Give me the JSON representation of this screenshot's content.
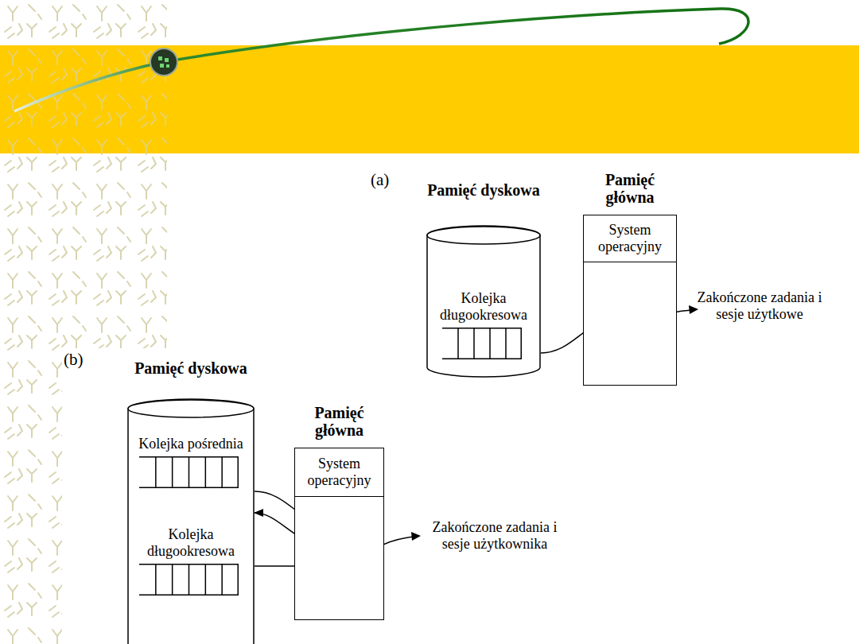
{
  "diagram": {
    "nodes": [
      {
        "text": [
          "Pamięć dyskowa"
        ]
      },
      {
        "text": [
          "Kolejka długookresowa"
        ],
        "in": 0
      },
      {
        "text": [
          "Pamięć główna"
        ]
      },
      {
        "text": [
          "System operacyjny"
        ],
        "in": 2
      },
      {
        "text": [
          "Pamięć dyskowa"
        ]
      },
      {
        "text": [
          "Kolejka pośrednia"
        ],
        "in": 4
      },
      {
        "text": [
          "Kolejka długookresowa"
        ],
        "in": 4
      },
      {
        "text": [
          "Pamięć główna"
        ]
      },
      {
        "text": [
          "System operacyjny"
        ],
        "in": 7
      }
    ],
    "edges": [
      {
        "from": 1,
        "to": 2,
        "arrow": "to"
      },
      {
        "from": 5,
        "to": 7,
        "arrow": "to"
      },
      {
        "from": 7,
        "to": 5,
        "arrow": "to"
      },
      {
        "from": 6,
        "to": 7,
        "arrow": "to"
      }
    ],
    "labels": [
      "(a)",
      "Zakończone zadania i sesje użytkowe",
      "(b)",
      "Zakończone zadania i sesje użytkownika"
    ]
  }
}
